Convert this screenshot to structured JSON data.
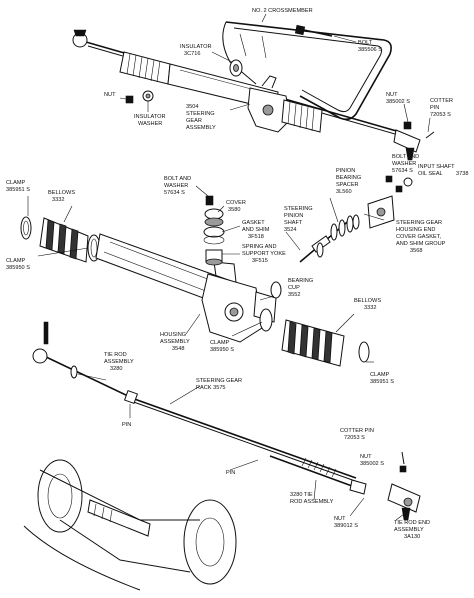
{
  "labels": {
    "crossmember": "NO. 2 CROSSMEMBER",
    "bolt_top_1": "BOLT",
    "bolt_top_2": "385506 S",
    "insulator_1": "INSULATOR",
    "insulator_2": "3C716",
    "nut_left": "NUT",
    "insulator_washer_1": "INSULATOR",
    "insulator_washer_2": "WASHER",
    "sgassy_1": "3504",
    "sgassy_2": "STEERING",
    "sgassy_3": "GEAR",
    "sgassy_4": "ASSEMBLY",
    "nut_right_1": "NUT",
    "nut_right_2": "385002 S",
    "cotter_top_1": "COTTER",
    "cotter_top_2": "PIN",
    "cotter_top_3": "72053 S",
    "bolt_washer_r_1": "BOLT AND",
    "bolt_washer_r_2": "WASHER",
    "bolt_washer_r_3": "57634 S",
    "input_seal_1": "INPUT SHAFT",
    "input_seal_2": "OIL SEAL",
    "input_seal_3": "3738",
    "pinion_bearing_1": "PINION",
    "pinion_bearing_2": "BEARING",
    "pinion_bearing_3": "SPACER",
    "pinion_bearing_4": "3L560",
    "clamp_left_1": "CLAMP",
    "clamp_left_2": "385951 S",
    "bellows_left_1": "BELLOWS",
    "bellows_left_2": "3332",
    "bolt_washer_m_1": "BOLT AND",
    "bolt_washer_m_2": "WASHER",
    "bolt_washer_m_3": "57634 S",
    "cover_1": "COVER",
    "cover_2": "3580",
    "gasket_1": "GASKET",
    "gasket_2": "AND SHIM",
    "gasket_3": "3F518",
    "pinion_shaft_1": "STEERING",
    "pinion_shaft_2": "PINION",
    "pinion_shaft_3": "SHAFT",
    "pinion_shaft_4": "3524",
    "housing_end_1": "STEERING GEAR",
    "housing_end_2": "HOUSING END",
    "housing_end_3": "COVER GASKET,",
    "housing_end_4": "AND SHIM GROUP",
    "housing_end_5": "3568",
    "clamp_mid_1": "CLAMP",
    "clamp_mid_2": "385950 S",
    "spring_yoke_1": "SPRING AND",
    "spring_yoke_2": "SUPPORT YOKE",
    "spring_yoke_3": "3F515",
    "bearing_1": "BEARING",
    "bearing_2": "CUP",
    "bearing_3": "3552",
    "housing_1": "HOUSING",
    "housing_2": "ASSEMBLY",
    "housing_3": "3548",
    "clamp_low_1": "CLAMP",
    "clamp_low_2": "385950 S",
    "bellows_right_1": "BELLOWS",
    "bellows_right_2": "3332",
    "clamp_right_1": "CLAMP",
    "clamp_right_2": "385951 S",
    "tierod_1": "TIE ROD",
    "tierod_2": "ASSEMBLY",
    "tierod_3": "3280",
    "rack_1": "STEERING GEAR",
    "rack_2": "RACK 3575",
    "pin_left": "PIN",
    "cotter_low_1": "COTTER PIN",
    "cotter_low_2": "72053 S",
    "nut_low_1": "NUT",
    "nut_low_2": "385002 S",
    "pin_mid": "PIN",
    "tierod_low_1": "3280 TIE",
    "tierod_low_2": "ROD ASSEMBLY",
    "nut_bottom_1": "NUT",
    "nut_bottom_2": "389012 S",
    "tierod_end_1": "TIE ROD END",
    "tierod_end_2": "ASSEMBLY",
    "tierod_end_3": "3A130"
  }
}
